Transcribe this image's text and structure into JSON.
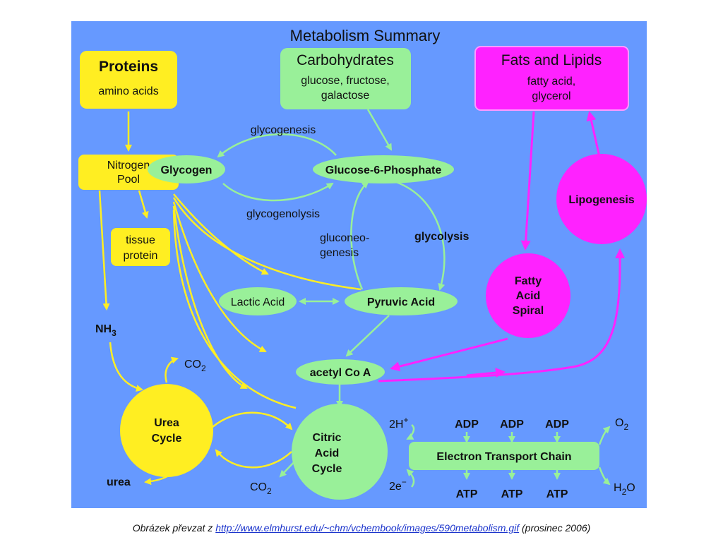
{
  "title": "Metabolism Summary",
  "colors": {
    "background": "#6699ff",
    "protein": "#ffee22",
    "carb": "#99f099",
    "fat": "#ff22ff",
    "arrow_yellow": "#ffee22",
    "arrow_green": "#99f099",
    "arrow_magenta": "#ff22ff"
  },
  "boxes": {
    "proteins": {
      "title": "Proteins",
      "sub": "amino acids"
    },
    "carbohydrates": {
      "title": "Carbohydrates",
      "sub1": "glucose, fructose,",
      "sub2": "galactose"
    },
    "fats": {
      "title": "Fats and Lipids",
      "sub1": "fatty acid,",
      "sub2": "glycerol"
    },
    "nitrogen_pool": {
      "line1": "Nitrogen",
      "line2": "Pool"
    },
    "tissue_protein": {
      "line1": "tissue",
      "line2": "protein"
    },
    "etc": {
      "label": "Electron Transport Chain"
    }
  },
  "nodes": {
    "glycogen": "Glycogen",
    "g6p": "Glucose-6-Phosphate",
    "lactic": "Lactic Acid",
    "pyruvic": "Pyruvic Acid",
    "acetyl": "acetyl Co A",
    "lipogenesis": "Lipogenesis",
    "fatty_spiral": {
      "line1": "Fatty",
      "line2": "Acid",
      "line3": "Spiral"
    },
    "urea_cycle": {
      "line1": "Urea",
      "line2": "Cycle"
    },
    "citric": {
      "line1": "Citric",
      "line2": "Acid",
      "line3": "Cycle"
    }
  },
  "labels": {
    "glycogenesis": "glycogenesis",
    "glycogenolysis": "glycogenolysis",
    "gluconeo1": "gluconeo-",
    "gluconeo2": "genesis",
    "glycolysis": "glycolysis",
    "nh3": "NH",
    "nh3_sub": "3",
    "co2": "CO",
    "co2_sub": "2",
    "urea": "urea",
    "two_h": "2H",
    "two_h_sup": "+",
    "two_e": "2e",
    "two_e_sup": "−",
    "adp": "ADP",
    "atp": "ATP",
    "o2": "O",
    "o2_sub": "2",
    "h2o_h": "H",
    "h2o_sub": "2",
    "h2o_o": "O"
  },
  "caption": {
    "prefix": "Obrázek převzat z ",
    "link": "http://www.elmhurst.edu/~chm/vchembook/images/590metabolism.gif",
    "suffix": " (prosinec 2006)"
  }
}
